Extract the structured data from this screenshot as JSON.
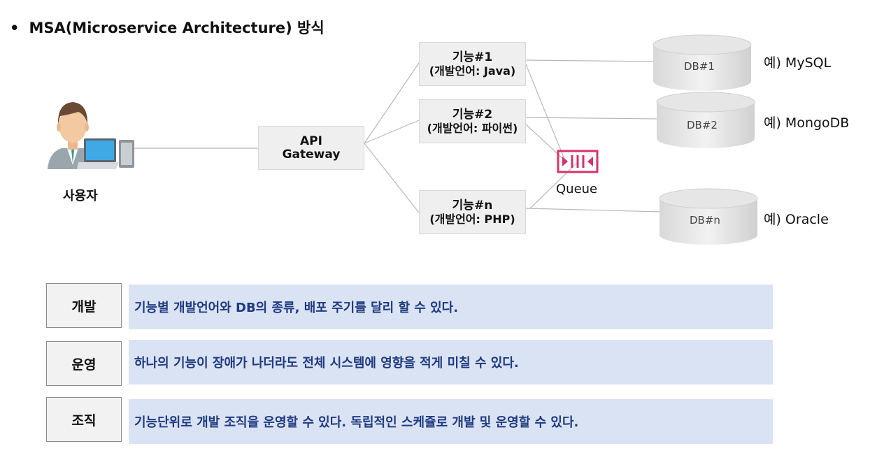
{
  "title": "MSA(Microservice Architecture) 방식",
  "user": {
    "label": "사용자"
  },
  "gateway": {
    "line1": "API",
    "line2": "Gateway"
  },
  "services": [
    {
      "name": "기능#1",
      "lang": "(개발언어: Java)"
    },
    {
      "name": "기능#2",
      "lang": "(개발언어: 파이썬)"
    },
    {
      "name": "기능#n",
      "lang": "(개발언어: PHP)"
    }
  ],
  "queue": {
    "label": "Queue"
  },
  "databases": [
    {
      "name": "DB#1",
      "example": "예) MySQL"
    },
    {
      "name": "DB#2",
      "example": "예) MongoDB"
    },
    {
      "name": "DB#n",
      "example": "예) Oracle"
    }
  ],
  "rows": [
    {
      "label": "개발",
      "text": "기능별 개발언어와 DB의 종류, 배포 주기를 달리 할 수 있다."
    },
    {
      "label": "운영",
      "text": "하나의 기능이 장애가 나더라도 전체 시스템에 영향을 적게 미칠 수 있다."
    },
    {
      "label": "조직",
      "text": "기능단위로 개발 조직을 운영할 수 있다. 독립적인 스케쥴로 개발 및 운영할 수 있다."
    }
  ],
  "colors": {
    "queue_accent": "#d6336c",
    "row_bg": "#dae3f3",
    "row_text": "#1f3a80",
    "box_bg": "#efefef"
  }
}
